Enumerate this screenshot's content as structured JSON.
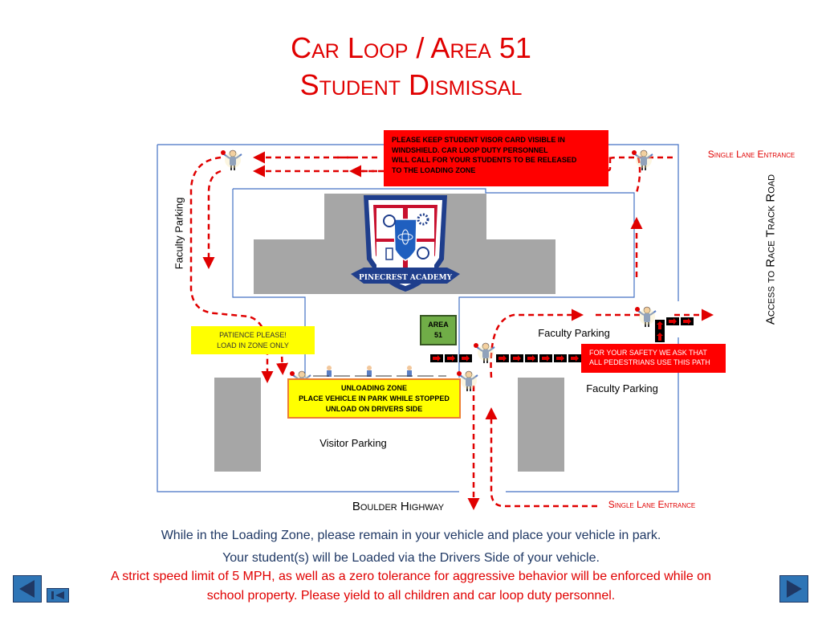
{
  "title": {
    "line1": "Car Loop / Area 51",
    "line2": "Student Dismissal"
  },
  "logo": {
    "text": "PINECREST ACADEMY"
  },
  "labels": {
    "faculty_parking_left": "Faculty Parking",
    "faculty_parking_mid": "Faculty Parking",
    "faculty_parking_right": "Faculty Parking",
    "visitor_parking": "Visitor Parking",
    "boulder_highway": "Boulder Highway",
    "single_lane_top": "Single Lane Entrance",
    "single_lane_bottom": "Single Lane Entrance",
    "access_road": "Access to Race Track Road"
  },
  "notices": {
    "visor": [
      "PLEASE KEEP STUDENT VISOR CARD VISIBLE IN",
      "WINDSHIELD.   CAR LOOP DUTY PERSONNEL",
      "WILL CALL FOR YOUR STUDENTS TO BE RELEASED",
      "TO THE LOADING ZONE"
    ],
    "patience": [
      "PATIENCE PLEASE!",
      "LOAD IN ZONE ONLY"
    ],
    "area51": [
      "AREA",
      "51"
    ],
    "unloading": [
      "UNLOADING ZONE",
      "PLACE VEHICLE IN PARK WHILE STOPPED",
      "UNLOAD ON DRIVERS SIDE"
    ],
    "pedestrian": [
      "FOR YOUR SAFETY WE ASK THAT",
      "ALL PEDESTRIANS USE THIS PATH"
    ]
  },
  "footer": {
    "line1": "While in the Loading Zone, please remain in your vehicle and place your vehicle in park.",
    "line2": "Your student(s) will be Loaded via the Drivers Side of your vehicle.",
    "line3": "A strict speed limit of 5 MPH, as well as a zero tolerance for aggressive behavior will be enforced while on",
    "line4": "school property. Please yield to all children and car loop duty personnel."
  },
  "colors": {
    "title": "#e00000",
    "route": "#e00000",
    "building": "#a6a6a6",
    "outline": "#4472c4",
    "notice_red": "#ff0000",
    "notice_yellow": "#ffff00",
    "area51_green": "#70ad47",
    "footer_blue": "#1f3864",
    "nav": "#2e75b6"
  },
  "icons": [
    "nav-back-icon",
    "nav-first-icon",
    "nav-forward-icon",
    "crossing-guard-icon",
    "direction-arrow-icon",
    "school-shield-icon"
  ]
}
